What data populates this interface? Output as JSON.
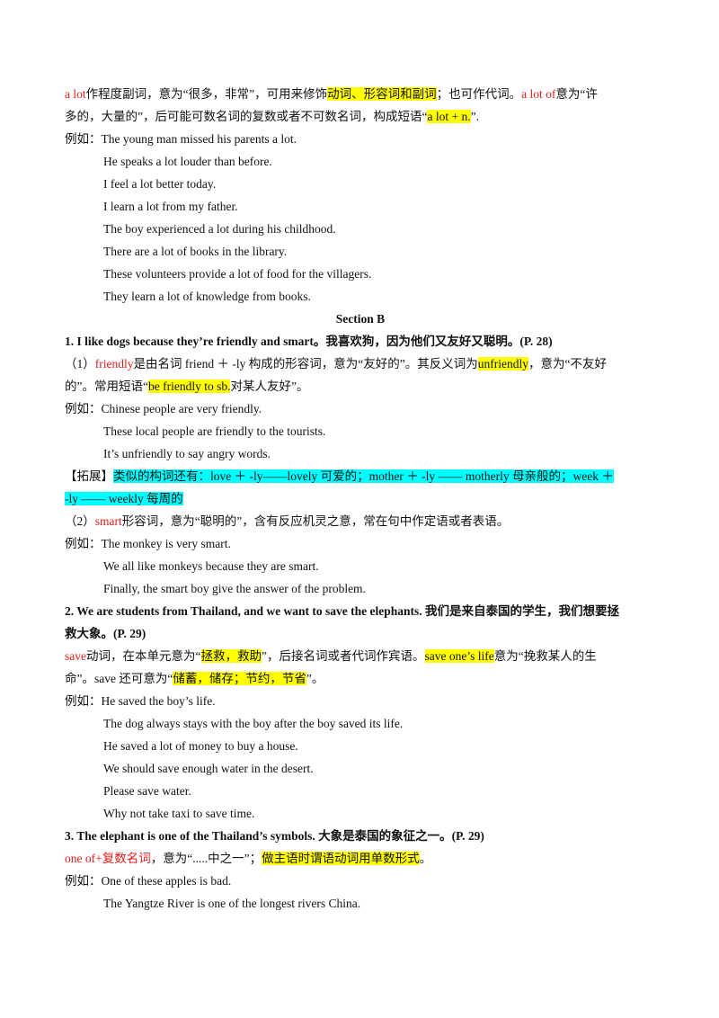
{
  "alot": {
    "p1_red1": "a lot",
    "p1_t1": "作程度副词，意为“很多，非常”，可用来修饰",
    "p1_hl1": "动词、形容词和副词",
    "p1_t2": "；也可作代词。",
    "p1_red2": "a lot of",
    "p1_t3": "意为“许",
    "p2_t1": "多的，大量的”，后可能可数名词的复数或者不可数名词，构成短语“",
    "p2_hl1": "a lot + n.",
    "p2_t2": "”.",
    "example_label": "例如：",
    "examples": [
      "The young man missed his parents a lot.",
      "He speaks a lot louder than before.",
      "I  feel a lot better today.",
      "I learn a lot from my father.",
      "The boy experienced a lot during his childhood.",
      "There are a lot of books in the library.",
      "These volunteers provide a lot of food for the villagers.",
      "They learn a lot of knowledge from books."
    ]
  },
  "section_b": {
    "title": "Section B",
    "q1": {
      "heading": "1. I like dogs because they’re friendly and smart。我喜欢狗，因为他们又友好又聪明。(P. 28)",
      "n1_prefix": "（1）",
      "n1_red": "friendly",
      "n1_t1": "是由名词 friend ＋ -ly 构成的形容词，意为“友好的”。其反义词为",
      "n1_hl": "unfriendly",
      "n1_t2": "，意为“不友好",
      "n1_l2_t1": "的”。常用短语“",
      "n1_l2_hl": "be  friendly to sb.",
      "n1_l2_t2": "对某人友好”。",
      "examples": [
        "Chinese  people  are  very  friendly.",
        "These  local  people are friendly to the tourists.",
        "It’s unfriendly to say angry words."
      ],
      "ext_label": "【拓展】",
      "ext_l1": "类似的构词还有：love  ＋ -ly——lovely 可爱的；mother  ＋  -ly  ——  motherly 母亲般的；week ＋",
      "ext_l2": "-ly  ——  weekly 每周的",
      "n2_prefix": "（2）",
      "n2_red": "smart",
      "n2_t1": "形容词，意为“聪明的”，含有反应机灵之意，常在句中作定语或者表语。",
      "examples2": [
        "The  monkey  is  very  smart.",
        "We  all like monkeys because they are smart.",
        "Finally, the smart boy give the answer of the problem."
      ]
    },
    "q2": {
      "heading_l1": "2. We  are students from Thailand, and we want to save the elephants. 我们是来自泰国的学生，我们想要拯",
      "heading_l2": "救大象。(P. 29)",
      "red1": "save",
      "t1": "动词，在本单元意为“",
      "hl1": "拯救，救助",
      "t2": "”，后接名词或者代词作宾语。",
      "hl2": "save  one’s  life",
      "t3": "意为“挽救某人的生",
      "l2_t1": "命”。save 还可意为“",
      "l2_hl": "储蓄，储存；节约，节省",
      "l2_t2": "”。",
      "examples": [
        "He  saved  the  boy’s  life.",
        "The dog always stays with the boy after the boy saved its life.",
        "He  saved  a  lot  of  money  to  buy  a  house.",
        "We should save enough water in the desert.",
        "Please  save  water.",
        "Why not take taxi to save time."
      ]
    },
    "q3": {
      "heading": "3. The  elephant is one of the Thailand’s symbols. 大象是泰国的象征之一。(P. 29)",
      "red1": "one  of+复数名词",
      "t1": "，意为“.....中之一”；",
      "hl1": "做主语时谓语动词用单数形式",
      "t2": "。",
      "examples": [
        "One  of  these  apples  is  bad.",
        "The Yangtze River  is  one of the longest rivers China."
      ]
    }
  }
}
